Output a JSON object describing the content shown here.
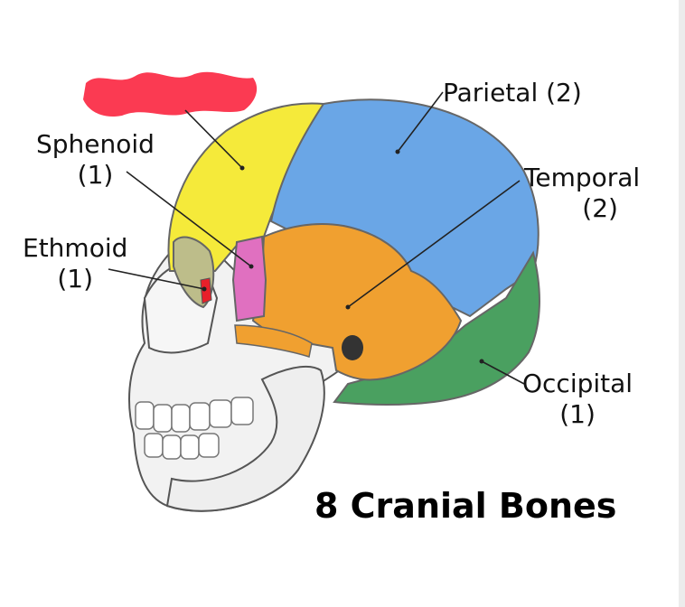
{
  "labels": {
    "parietal": {
      "name": "Parietal (2)"
    },
    "sphenoid": {
      "name": "Sphenoid",
      "count": "(1)"
    },
    "temporal": {
      "name": "Temporal",
      "count": "(2)"
    },
    "ethmoid": {
      "name": "Ethmoid",
      "count": "(1)"
    },
    "occipital": {
      "name": "Occipital",
      "count": "(1)"
    }
  },
  "title": "8 Cranial Bones",
  "colors": {
    "frontal": "#f5ea3a",
    "parietal": "#6aa6e6",
    "temporal": "#f0a030",
    "sphenoid": "#e070c0",
    "ethmoid": "#e8202a",
    "occipital": "#4aa060",
    "face": "#f2f2f2",
    "redaction": "#fb3a52"
  }
}
